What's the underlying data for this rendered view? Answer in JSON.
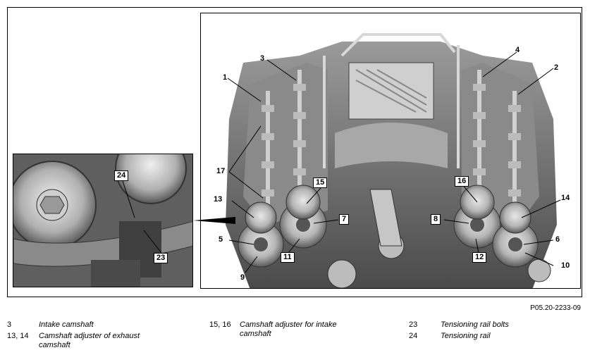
{
  "figure_id": "P05.20-2233-09",
  "callouts": {
    "c1": "1",
    "c2": "2",
    "c3": "3",
    "c4": "4",
    "c5": "5",
    "c6": "6",
    "c7": "7",
    "c8": "8",
    "c9": "9",
    "c10": "10",
    "c11": "11",
    "c12": "12",
    "c13": "13",
    "c14": "14",
    "c15": "15",
    "c16": "16",
    "c17": "17",
    "c23": "23",
    "c24": "24"
  },
  "legend": [
    {
      "num": "3",
      "desc": "Intake camshaft"
    },
    {
      "num": "13, 14",
      "desc": "Camshaft adjuster of exhaust camshaft"
    },
    {
      "num": "15, 16",
      "desc": "Camshaft adjuster for intake camshaft"
    },
    {
      "num": "23",
      "desc": "Tensioning rail bolts"
    },
    {
      "num": "24",
      "desc": "Tensioning rail"
    }
  ]
}
